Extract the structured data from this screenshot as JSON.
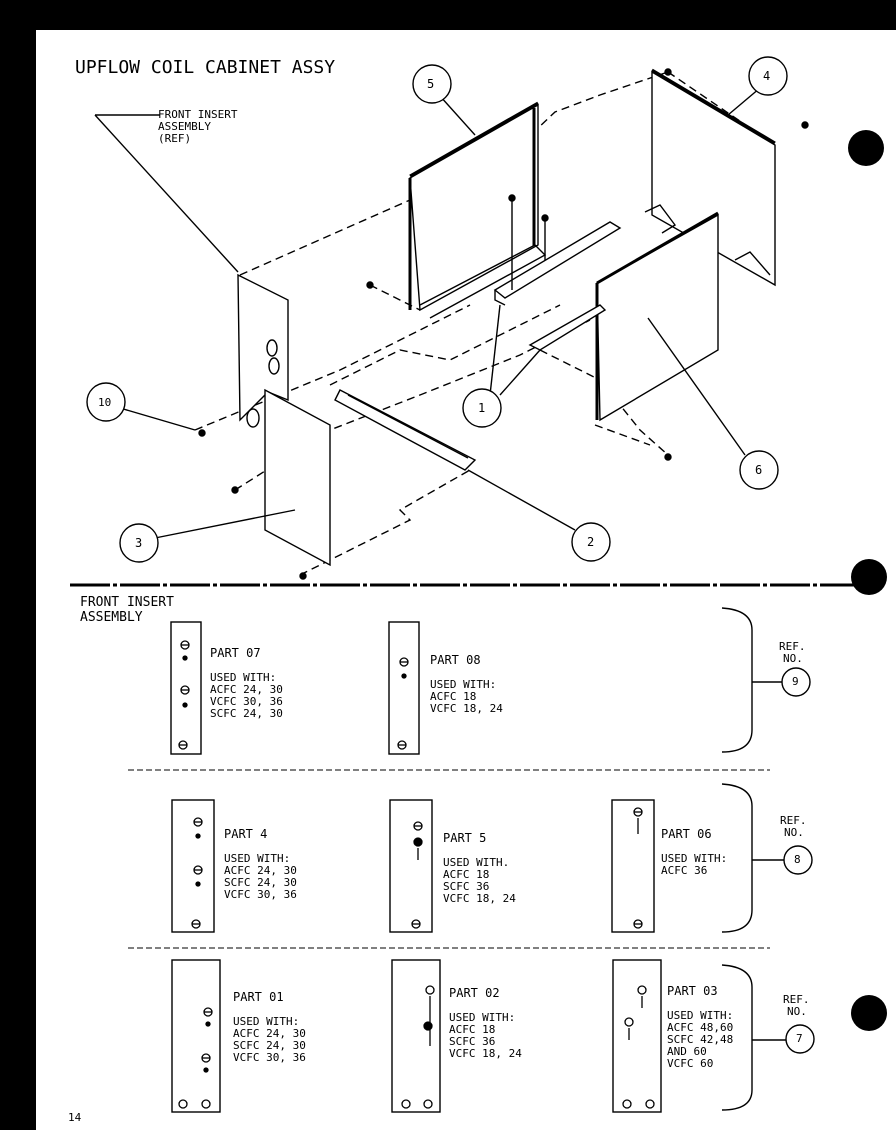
{
  "title": "UPFLOW COIL CABINET ASSY",
  "front_insert_callout": [
    "FRONT INSERT",
    "ASSEMBLY",
    "(REF)"
  ],
  "callouts": [
    "5",
    "4",
    "10",
    "1",
    "6",
    "3",
    "2"
  ],
  "section_title": [
    "FRONT INSERT",
    "ASSEMBLY"
  ],
  "rows": [
    {
      "ref_label": [
        "REF.",
        "NO."
      ],
      "ref_number": "9",
      "parts": [
        {
          "name": "PART 07",
          "used_with": [
            "USED WITH:",
            "ACFC 24, 30",
            "VCFC 30, 36",
            "SCFC 24, 30"
          ]
        },
        {
          "name": "PART 08",
          "used_with": [
            "USED WITH:",
            "ACFC 18",
            "VCFC 18, 24"
          ]
        }
      ]
    },
    {
      "ref_label": [
        "REF.",
        "NO."
      ],
      "ref_number": "8",
      "parts": [
        {
          "name": "PART 4",
          "used_with": [
            "USED WITH:",
            "ACFC 24, 30",
            "SCFC 24, 30",
            "VCFC 30, 36"
          ]
        },
        {
          "name": "PART 5",
          "used_with": [
            "USED WITH.",
            "ACFC 18",
            "SCFC 36",
            "VCFC 18, 24"
          ]
        },
        {
          "name": "PART 06",
          "used_with": [
            "USED WITH:",
            "ACFC 36"
          ]
        }
      ]
    },
    {
      "ref_label": [
        "REF.",
        "NO."
      ],
      "ref_number": "7",
      "parts": [
        {
          "name": "PART 01",
          "used_with": [
            "USED WITH:",
            "ACFC 24, 30",
            "SCFC 24, 30",
            "VCFC 30, 36"
          ]
        },
        {
          "name": "PART 02",
          "used_with": [
            "USED WITH:",
            "ACFC 18",
            "SCFC 36",
            "VCFC 18, 24"
          ]
        },
        {
          "name": "PART 03",
          "used_with": [
            "USED WITH:",
            "ACFC 48,60",
            "SCFC 42,48",
            "AND 60",
            "VCFC 60"
          ]
        }
      ]
    }
  ],
  "page_number": "14"
}
